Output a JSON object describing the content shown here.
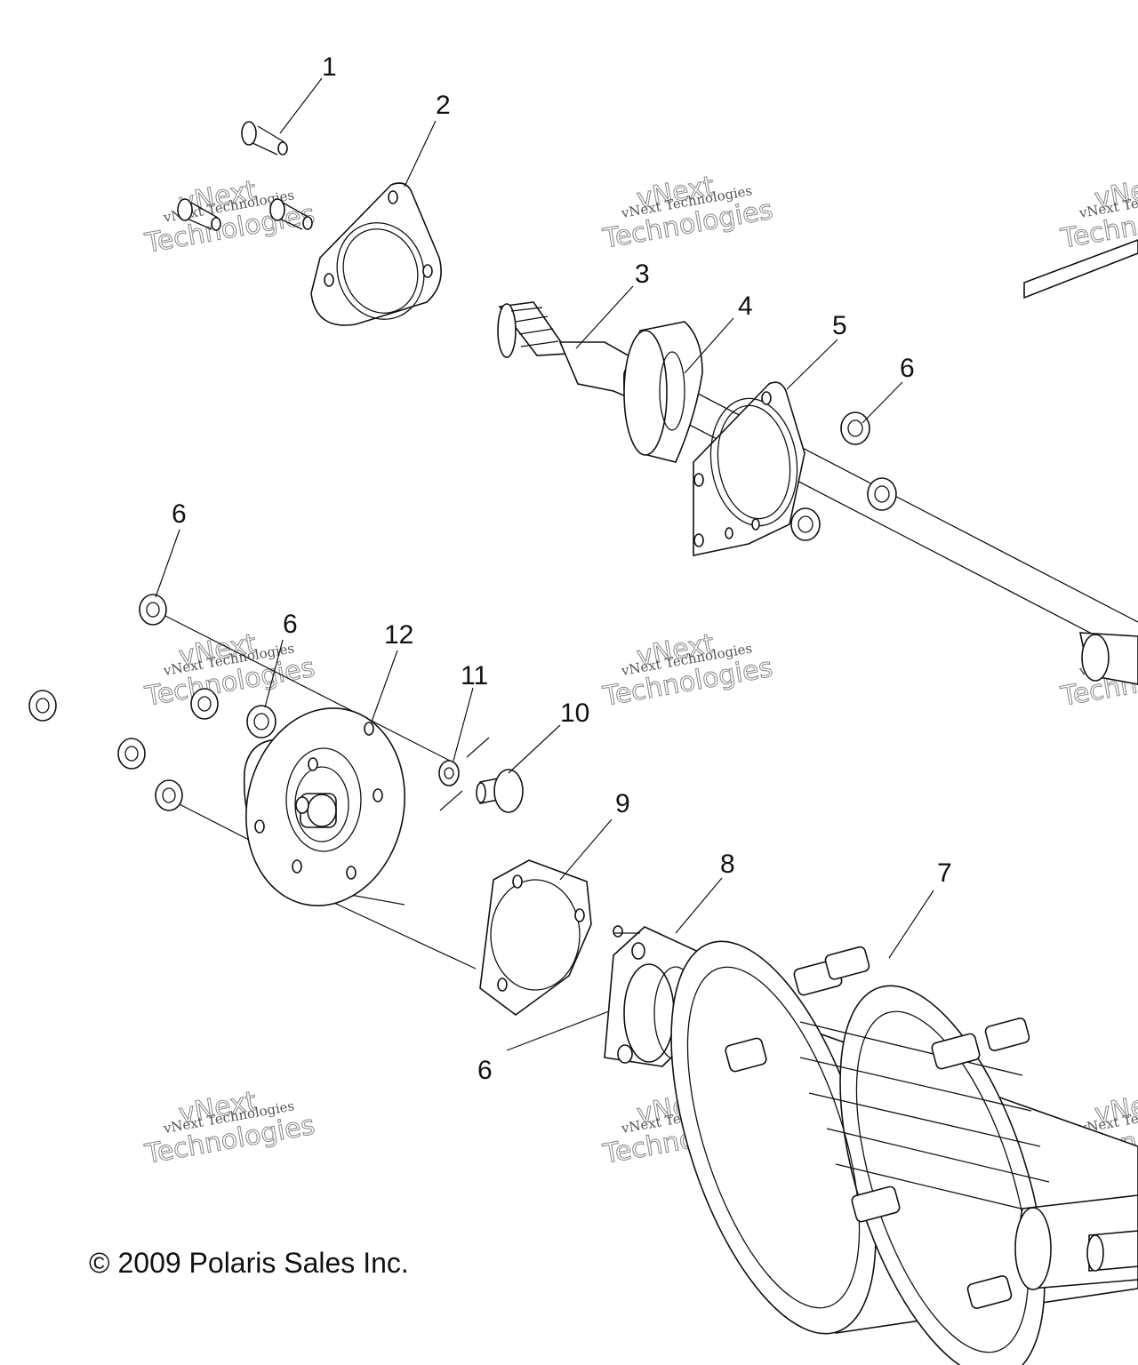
{
  "callouts": {
    "c1": "1",
    "c2": "2",
    "c3": "3",
    "c4": "4",
    "c5": "5",
    "c6a": "6",
    "c6b": "6",
    "c6c": "6",
    "c6d": "6",
    "c7": "7",
    "c8": "8",
    "c9": "9",
    "c10": "10",
    "c11": "11",
    "c12": "12"
  },
  "watermark": {
    "line_small": "vNext Technologies",
    "line_big_top": "vNext",
    "line_big_bottom": "Technologies"
  },
  "copyright": "© 2009 Polaris Sales Inc.",
  "colors": {
    "line": "#111111",
    "background": "#ffffff",
    "watermark": "#888888"
  }
}
